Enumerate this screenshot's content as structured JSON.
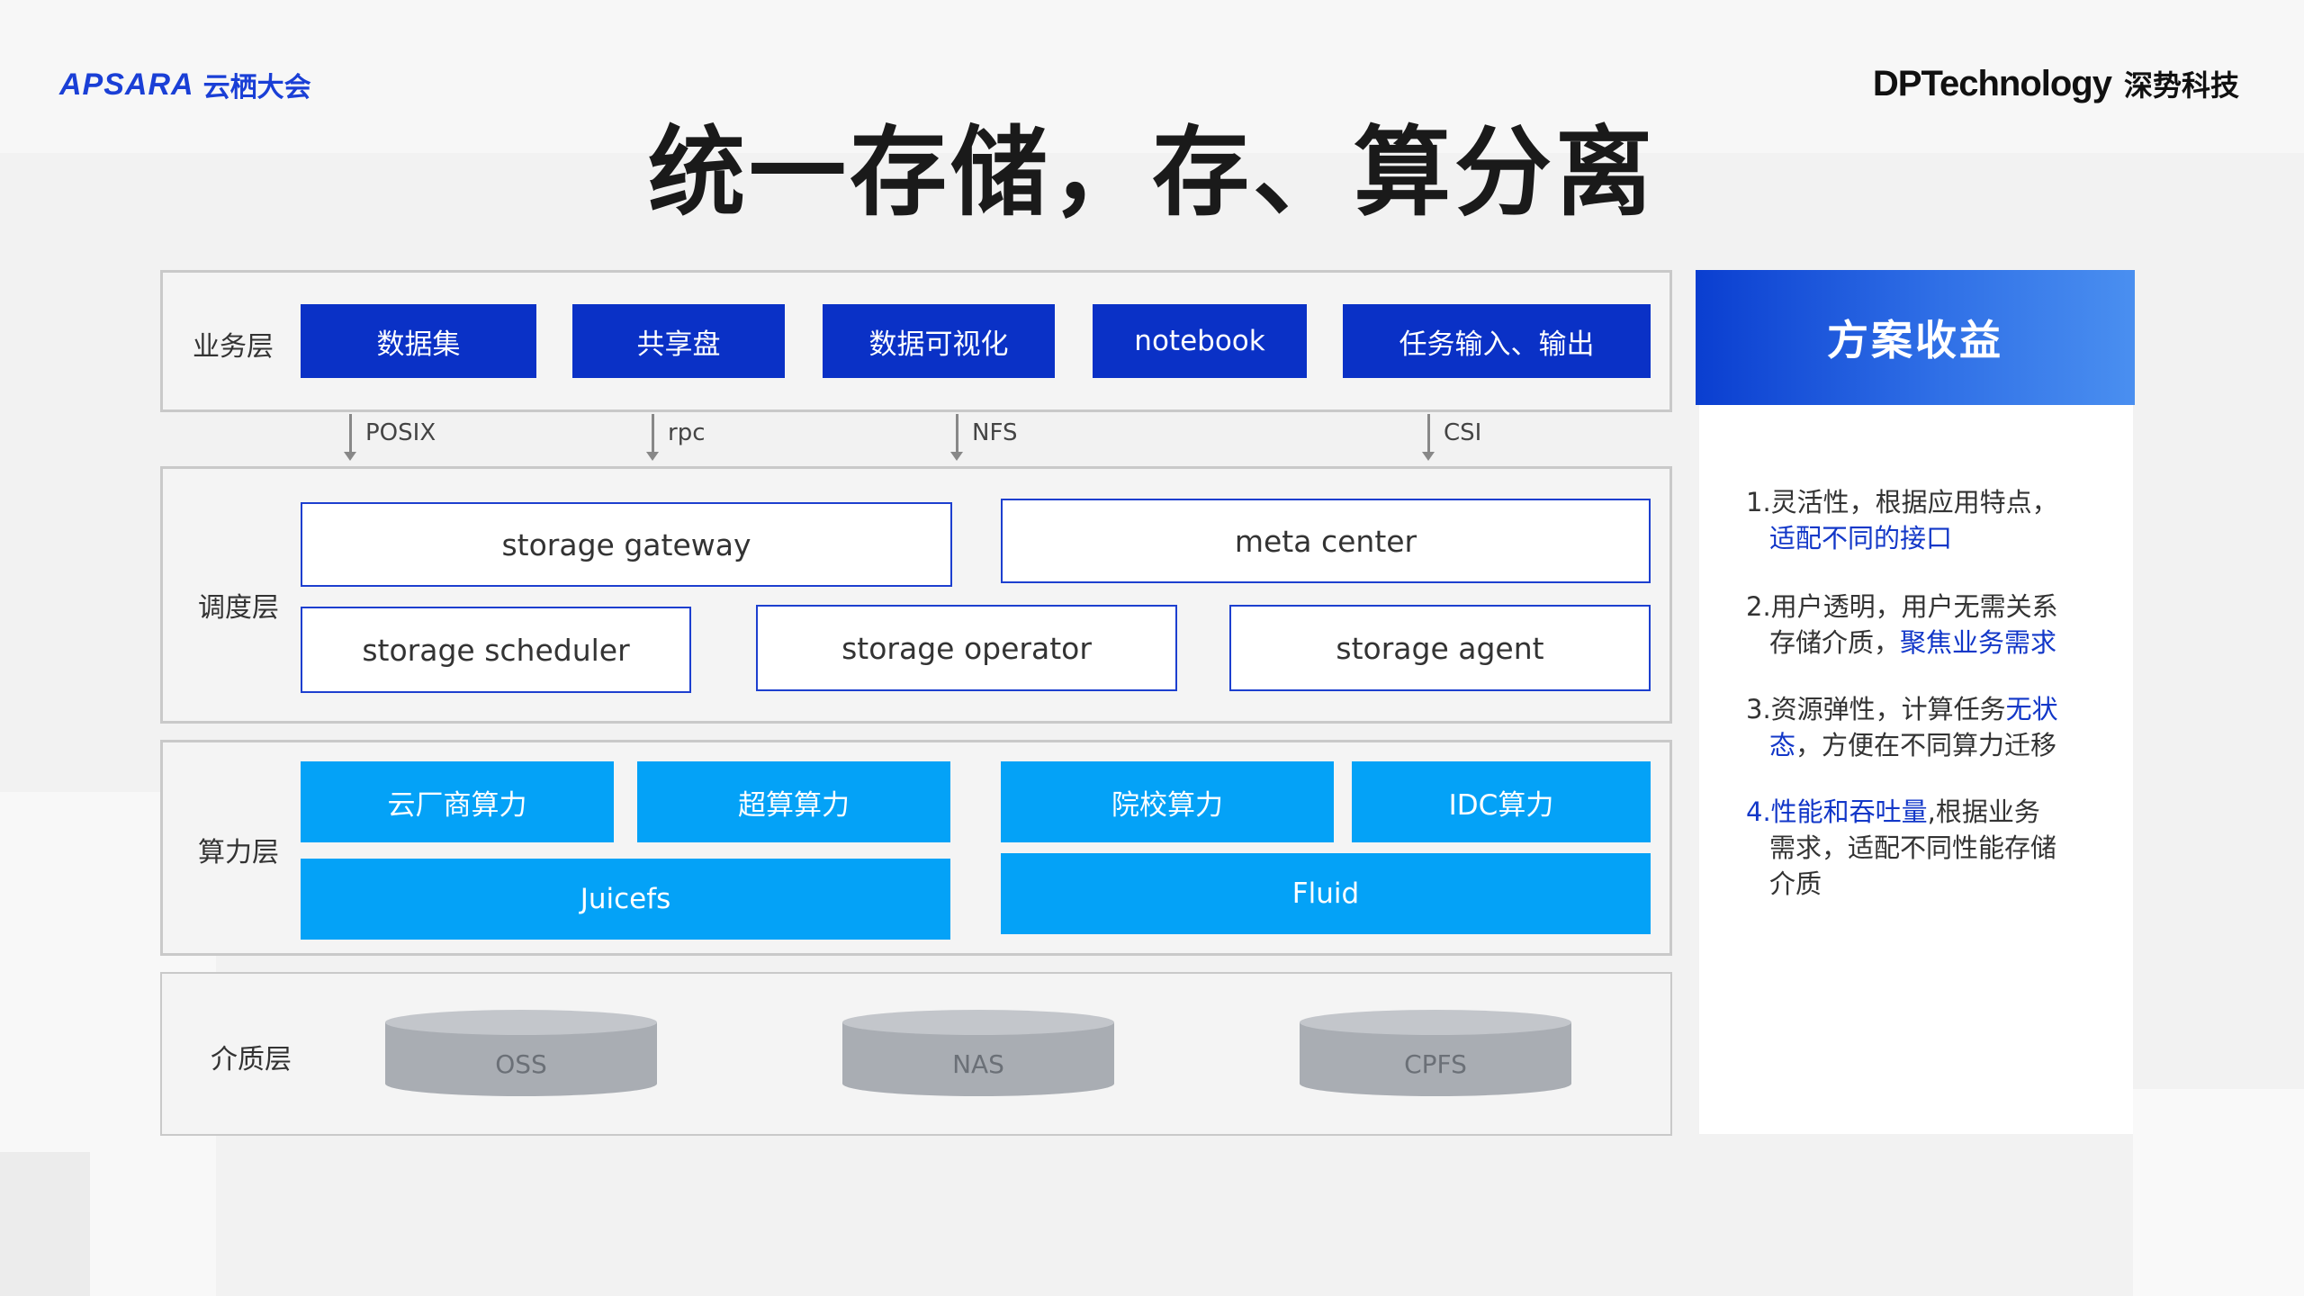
{
  "header": {
    "logo_left_brand": "APSARA",
    "logo_left_cn": "云栖大会",
    "logo_right_brand": "DPTechnology",
    "logo_right_cn": "深势科技",
    "title": "统一存储，存、算分离"
  },
  "layers": {
    "business": {
      "label": "业务层",
      "items": [
        "数据集",
        "共享盘",
        "数据可视化",
        "notebook",
        "任务输入、输出"
      ]
    },
    "protocols": [
      "POSIX",
      "rpc",
      "NFS",
      "CSI"
    ],
    "scheduling": {
      "label": "调度层",
      "items": [
        "storage gateway",
        "meta center",
        "storage scheduler",
        "storage operator",
        "storage agent"
      ]
    },
    "compute": {
      "label": "算力层",
      "items": [
        "云厂商算力",
        "超算算力",
        "院校算力",
        "IDC算力"
      ],
      "runtimes": [
        "Juicefs",
        "Fluid"
      ]
    },
    "medium": {
      "label": "介质层",
      "items": [
        "OSS",
        "NAS",
        "CPFS"
      ]
    }
  },
  "panel": {
    "title": "方案收益",
    "benefits": [
      {
        "line1_plain": "1.灵活性，根据应用特点，",
        "line2_hl": "适配不同的接口",
        "line2_plain": ""
      },
      {
        "line1_plain": "2.用户透明，用户无需关系",
        "line2_plain": "存储介质，",
        "line2_hl": "聚焦业务需求"
      },
      {
        "line1_plain": "3.资源弹性，计算任务",
        "line1_hl": "无状",
        "line2_hl": "态",
        "line2_plain": "，方便在不同算力迁移"
      },
      {
        "line1_hl": "4.性能和吞吐量",
        "line1_plain": ",根据业务",
        "line2_plain": "需求，适配不同性能存储",
        "line3_plain": "介质"
      }
    ]
  },
  "colors": {
    "business_blue": "#0a31c6",
    "compute_cyan": "#04a2f7",
    "highlight_blue": "#1237c8",
    "storage_gray": "#a9adb3"
  }
}
